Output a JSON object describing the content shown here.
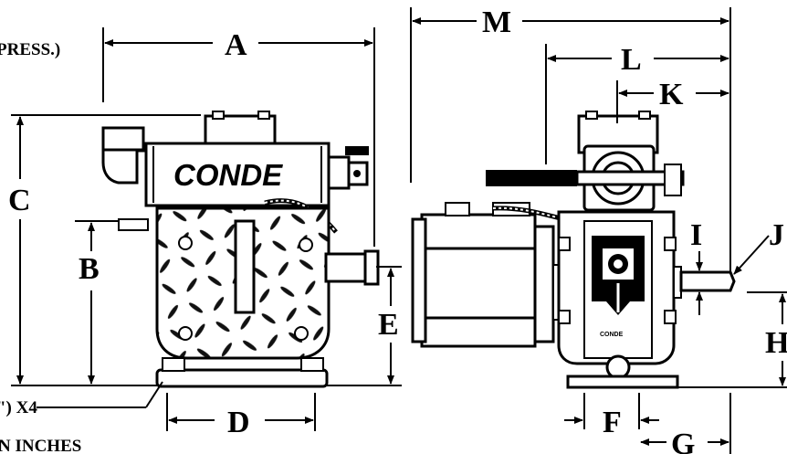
{
  "drawing": {
    "brand_label_front": "CONDE",
    "brand_label_side": "CONDE",
    "note_top_left": "PRESS.)",
    "note_bottom_left": "\") X4",
    "note_units": "N INCHES",
    "dimensions": [
      "A",
      "B",
      "C",
      "D",
      "E",
      "F",
      "G",
      "H",
      "I",
      "J",
      "K",
      "L",
      "M"
    ]
  }
}
